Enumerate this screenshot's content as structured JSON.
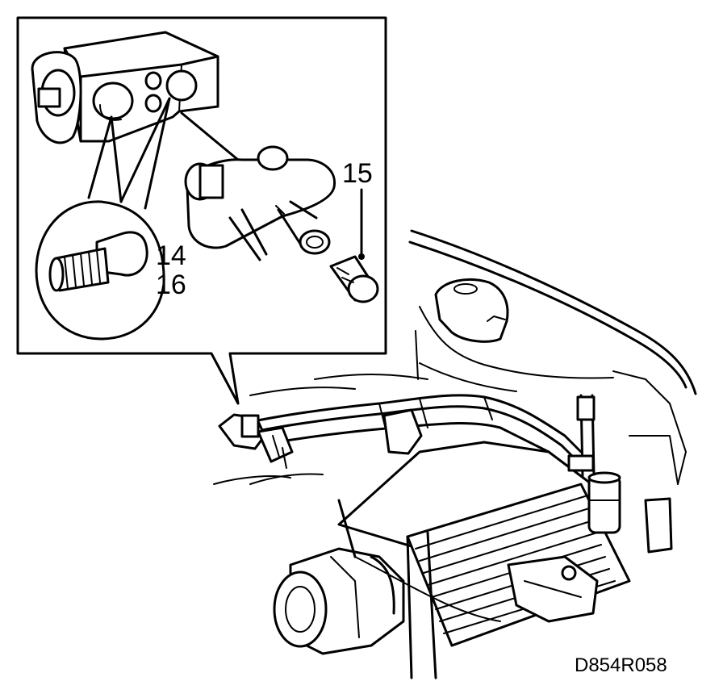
{
  "figure": {
    "callouts": {
      "part_14": "14",
      "part_15": "15",
      "part_16": "16"
    },
    "figure_code": "D854R058"
  }
}
